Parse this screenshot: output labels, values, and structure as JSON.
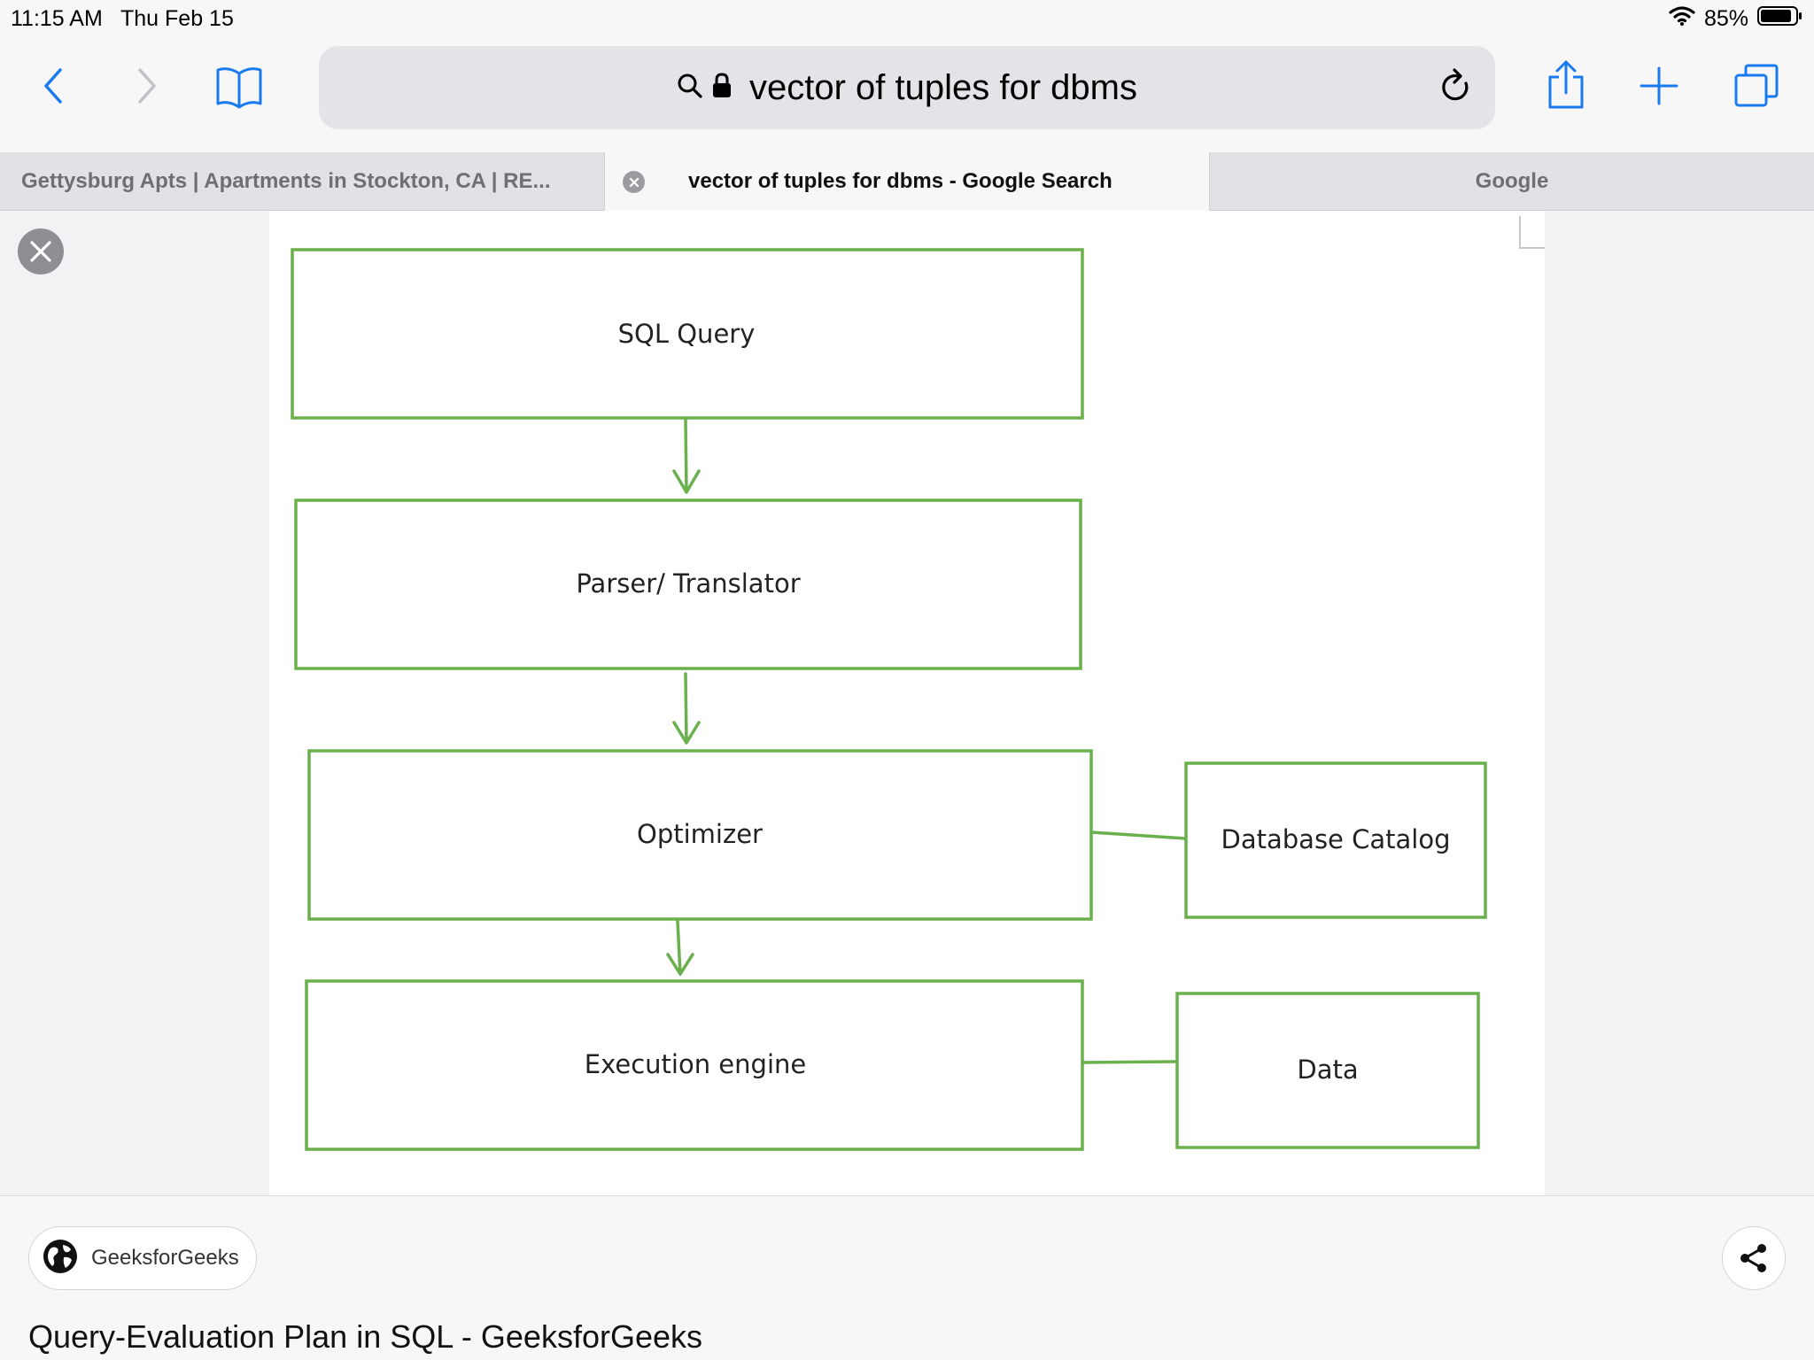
{
  "status_bar": {
    "time": "11:15 AM",
    "date": "Thu Feb 15",
    "battery_percent": "85%"
  },
  "toolbar": {
    "address_text": "vector of tuples for dbms",
    "accent_color": "#1a7bf0"
  },
  "tabs": [
    {
      "label": "Gettysburg Apts | Apartments in Stockton, CA | RE..."
    },
    {
      "label": "vector of tuples for dbms - Google Search"
    },
    {
      "label": "Google"
    }
  ],
  "diagram": {
    "box_color": "#6ab04c",
    "nodes": {
      "sql_query": "SQL Query",
      "parser": "Parser/ Translator",
      "optimizer": "Optimizer",
      "database_catalog": "Database Catalog",
      "execution_engine": "Execution engine",
      "data": "Data"
    }
  },
  "bottom_panel": {
    "source_name": "GeeksforGeeks",
    "result_title": "Query-Evaluation Plan in SQL - GeeksforGeeks"
  }
}
